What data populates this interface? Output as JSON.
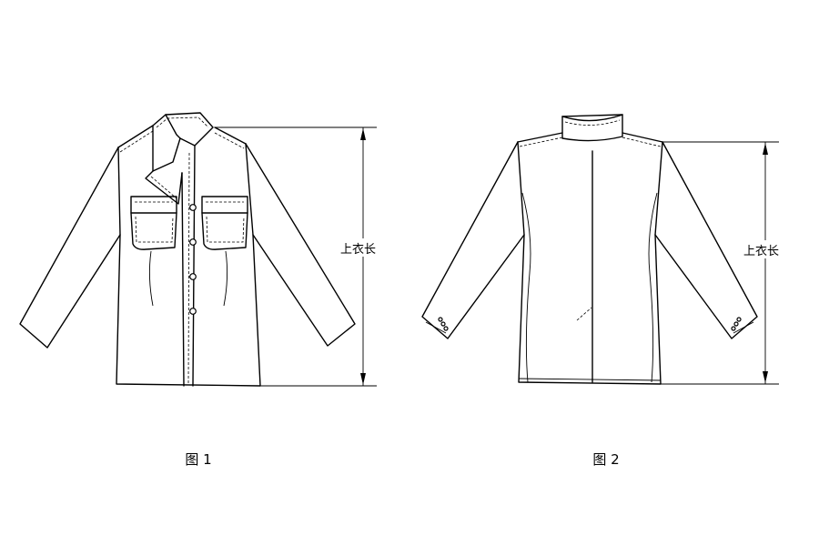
{
  "figure1": {
    "caption": "图 1",
    "dimension_label": "上衣长"
  },
  "figure2": {
    "caption": "图 2",
    "dimension_label": "上衣长"
  }
}
